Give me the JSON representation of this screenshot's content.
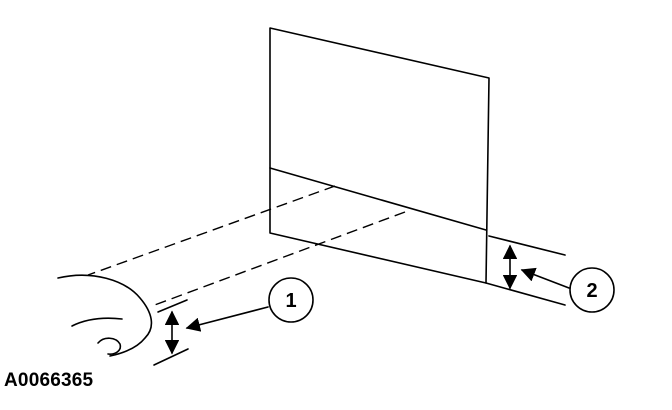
{
  "figure": {
    "id": "A0066365"
  },
  "callouts": [
    {
      "label": "1"
    },
    {
      "label": "2"
    }
  ]
}
